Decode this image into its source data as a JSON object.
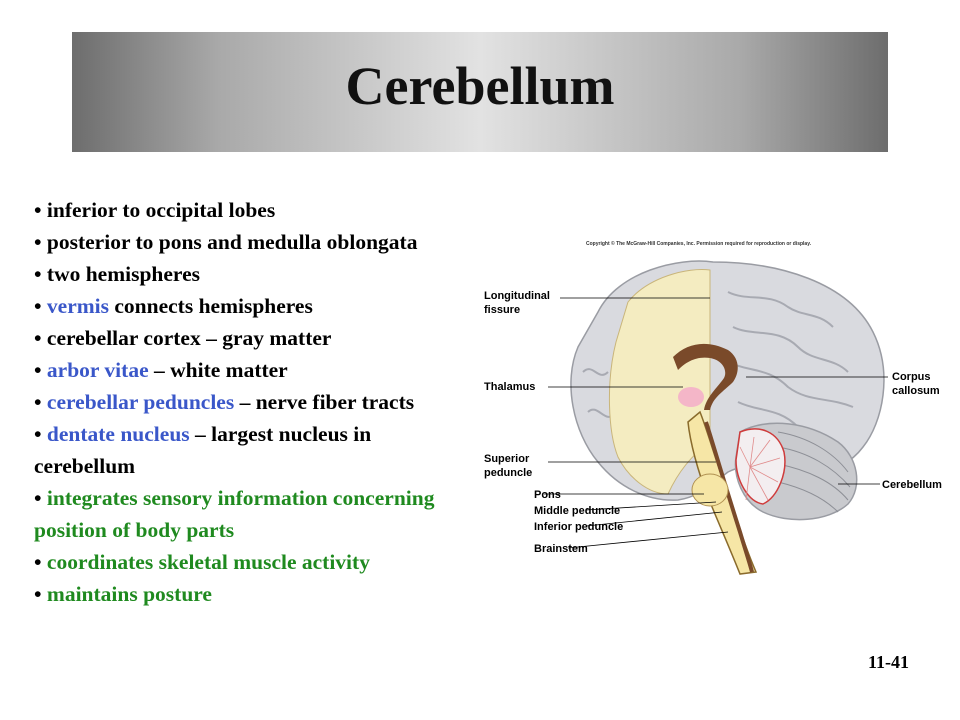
{
  "title": "Cerebellum",
  "bullets": [
    {
      "highlight": "",
      "rest": "inferior to occipital lobes",
      "color": "#000000"
    },
    {
      "highlight": "",
      "rest": "posterior to pons and medulla oblongata",
      "color": "#000000"
    },
    {
      "highlight": "",
      "rest": "two hemispheres",
      "color": "#000000"
    },
    {
      "highlight": "vermis",
      "rest": " connects hemispheres",
      "color": "#3a57c9"
    },
    {
      "highlight": "",
      "rest": "cerebellar cortex – gray matter",
      "color": "#000000"
    },
    {
      "highlight": "arbor vitae",
      "rest": " – white matter",
      "color": "#3a57c9"
    },
    {
      "highlight": "cerebellar peduncles",
      "rest": " – nerve fiber tracts",
      "color": "#3a57c9"
    },
    {
      "highlight": "dentate nucleus",
      "rest": " – largest nucleus in cerebellum",
      "color": "#3a57c9"
    },
    {
      "highlight": "integrates sensory information concerning position of body parts",
      "rest": "",
      "color": "#1f8a1f"
    },
    {
      "highlight": "coordinates skeletal muscle activity",
      "rest": "",
      "color": "#1f8a1f"
    },
    {
      "highlight": "maintains posture",
      "rest": "",
      "color": "#1f8a1f"
    }
  ],
  "figure": {
    "copyright": "Copyright © The McGraw-Hill Companies, Inc. Permission required for reproduction or display.",
    "labels": {
      "longitudinal_1": "Longitudinal",
      "longitudinal_2": "fissure",
      "thalamus": "Thalamus",
      "superior_1": "Superior",
      "superior_2": "peduncle",
      "pons": "Pons",
      "middle_peduncle": "Middle peduncle",
      "inferior_peduncle": "Inferior peduncle",
      "brainstem": "Brainstem",
      "corpus_1": "Corpus",
      "corpus_2": "callosum",
      "cerebellum": "Cerebellum"
    }
  },
  "page_number": "11-41"
}
